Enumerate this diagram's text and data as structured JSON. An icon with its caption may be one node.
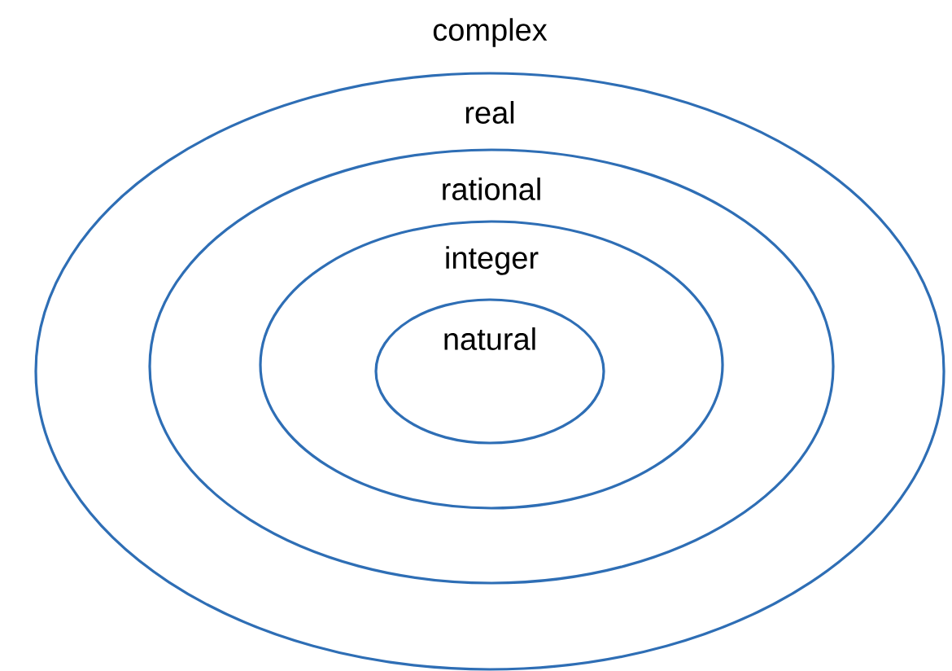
{
  "diagram": {
    "nodes": [
      {
        "text": [
          "real"
        ]
      },
      {
        "text": [
          "rational"
        ],
        "in": 0
      },
      {
        "text": [
          "integer"
        ],
        "in": 1
      },
      {
        "text": [
          "natural"
        ],
        "in": 2
      }
    ],
    "labels": [
      "complex"
    ]
  }
}
